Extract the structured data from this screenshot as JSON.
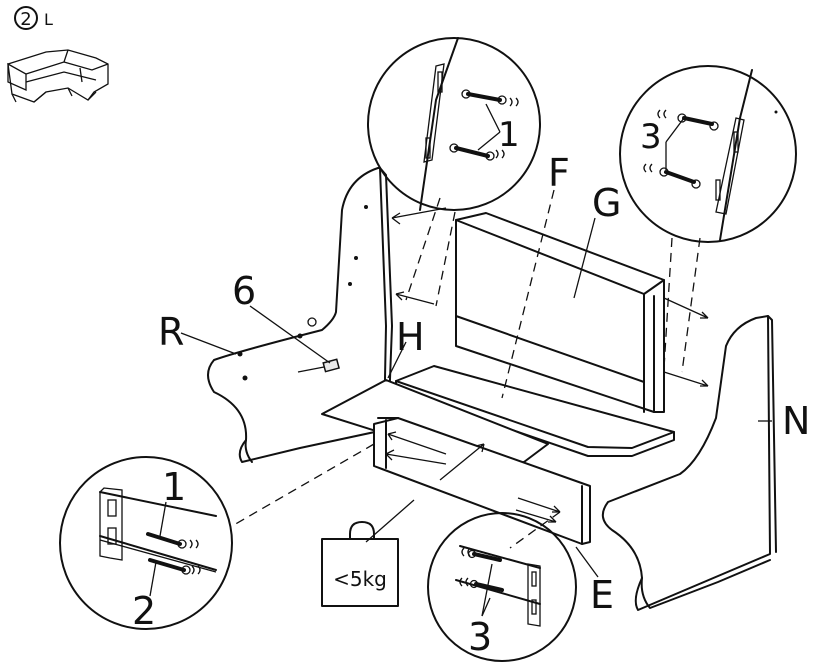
{
  "step": {
    "number": "2",
    "variant": "L"
  },
  "parts": {
    "R": "R",
    "N": "N",
    "F": "F",
    "G": "G",
    "H": "H",
    "E": "E"
  },
  "callouts": {
    "six": "6",
    "top_left_detail": "1",
    "top_right_detail": "3",
    "bottom_left_upper": "1",
    "bottom_left_lower": "2",
    "bottom_right_detail": "3"
  },
  "weight_limit": "<5kg"
}
